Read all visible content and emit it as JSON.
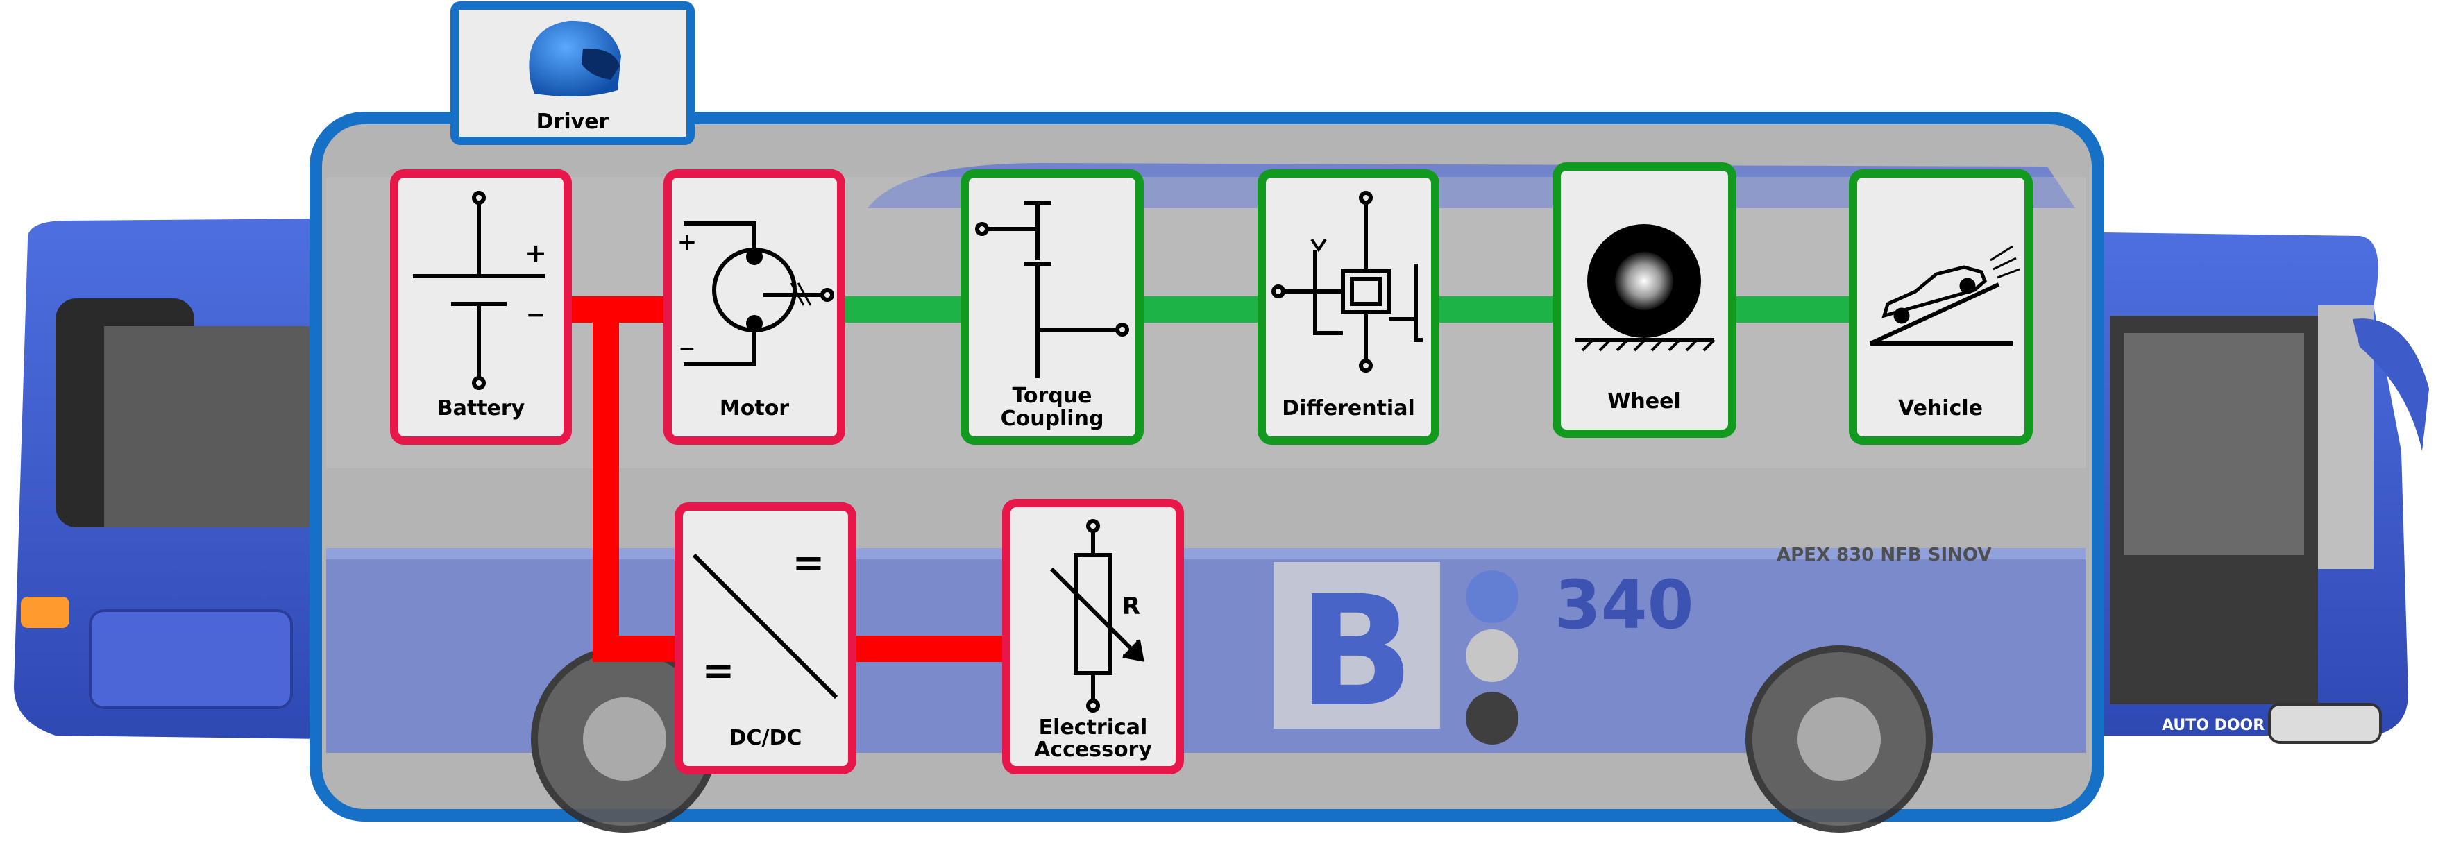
{
  "driver": {
    "label": "Driver",
    "icon": "helmet-icon"
  },
  "bus": {
    "route_number": "340",
    "letter": "B",
    "model_text": "APEX 830 NFB SINOV",
    "door_text": "AUTO DOOR"
  },
  "colors": {
    "frame_border": "#1670c6",
    "electrical": "#e8174a",
    "mechanical": "#129a1f",
    "electrical_link": "#ff0000",
    "mechanical_link": "#1db347",
    "block_fill": "#ececec",
    "bus_body": "#3d5cc9",
    "helmet": "#1a6fd6"
  },
  "blocks": {
    "battery": {
      "label": "Battery",
      "domain": "electrical",
      "plus": "+",
      "minus": "−"
    },
    "motor": {
      "label": "Motor",
      "domain": "electrical",
      "plus": "+",
      "minus": "−"
    },
    "torque_coupling": {
      "label_line1": "Torque",
      "label_line2": "Coupling",
      "domain": "mechanical"
    },
    "differential": {
      "label": "Differential",
      "domain": "mechanical"
    },
    "wheel": {
      "label": "Wheel",
      "domain": "mechanical"
    },
    "vehicle": {
      "label": "Vehicle",
      "domain": "mechanical"
    },
    "dcdc": {
      "label": "DC/DC",
      "domain": "electrical",
      "symbol_top": "=",
      "symbol_bottom": "="
    },
    "accessory": {
      "label_line1": "Electrical",
      "label_line2": "Accessory",
      "domain": "electrical",
      "symbol": "R"
    }
  }
}
